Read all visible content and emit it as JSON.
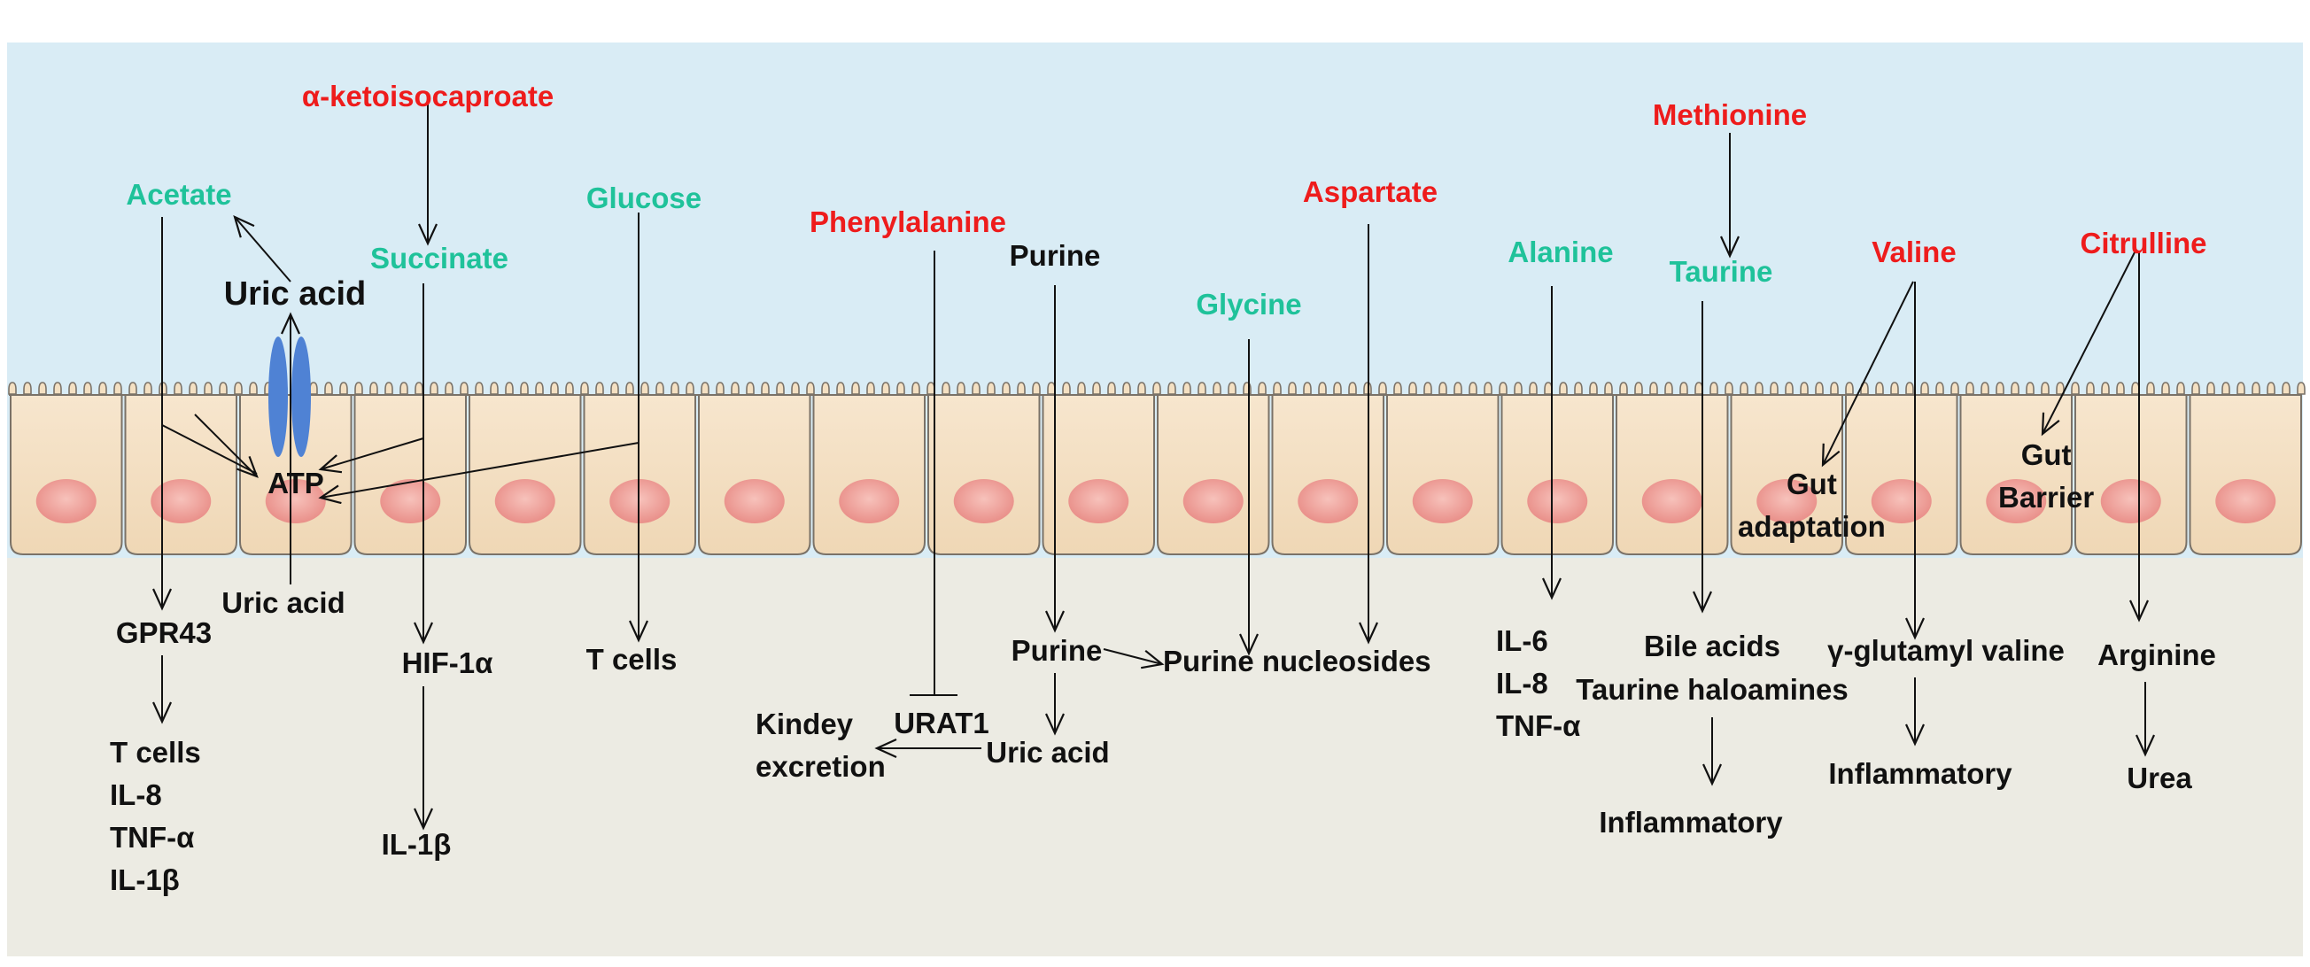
{
  "colors": {
    "lumen": "#d9ecf5",
    "tissue": "#ecebe3",
    "cell": "#f4e0c2",
    "cell_outline": "#7a7268",
    "nucleus": "#ee9e98",
    "transporter": "#4f82d4",
    "red_label": "#ee1c1c",
    "teal_label": "#1fc29a",
    "text": "#111111"
  },
  "metabolites": {
    "ketoisocaproate": "α-ketoisocaproate",
    "acetate": "Acetate",
    "succinate": "Succinate",
    "glucose": "Glucose",
    "phenylalanine": "Phenylalanine",
    "purine_top": "Purine",
    "glycine": "Glycine",
    "aspartate": "Aspartate",
    "alanine": "Alanine",
    "methionine": "Methionine",
    "taurine": "Taurine",
    "valine": "Valine",
    "citrulline": "Citrulline"
  },
  "products": {
    "uric_acid_lumen": "Uric acid",
    "atp": "ATP",
    "uric_acid_basal": "Uric acid",
    "gpr43": "GPR43",
    "acetate_effects": [
      "T cells",
      "IL-8",
      "TNF-α",
      "IL-1β"
    ],
    "hif1a": "HIF-1α",
    "il1b": "IL-1β",
    "glucose_t_cells": "T cells",
    "purine_mid": "Purine",
    "purine_nucleosides": "Purine nucleosides",
    "urat1": "URAT1",
    "kidney_excretion": [
      "Kindey",
      "excretion"
    ],
    "uric_acid_out": "Uric acid",
    "alanine_effects": [
      "IL-6",
      "IL-8",
      "TNF-α"
    ],
    "bile_acids": "Bile acids",
    "taurine_haloamines": "Taurine haloamines",
    "taurine_inflammatory": "Inflammatory",
    "gut_adaptation": [
      "Gut",
      "adaptation"
    ],
    "gamma_glutamyl_valine": "γ-glutamyl valine",
    "valine_inflammatory": "Inflammatory",
    "gut_barrier": [
      "Gut",
      "Barrier"
    ],
    "arginine": "Arginine",
    "urea": "Urea"
  }
}
